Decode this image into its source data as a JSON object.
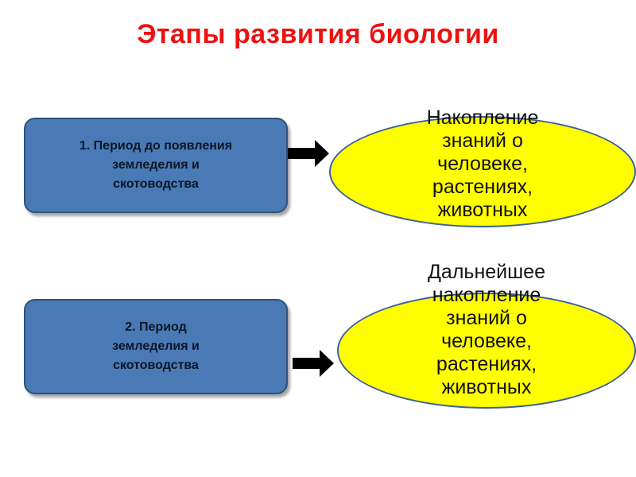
{
  "title": "Этапы развития биологии",
  "periods": [
    {
      "label": "1. Период до  появления\nземледелия и\nскотоводства"
    },
    {
      "label": "2. Период\nземледелия и\nскотоводства"
    }
  ],
  "results": [
    {
      "text": "Накопление\nзнаний о\nчеловеке,\nрастениях,\nживотных"
    },
    {
      "text": "Дальнейшее\nнакопление\nзнаний о\nчеловеке,\nрастениях,\nживотных"
    }
  ],
  "colors": {
    "title": "#ee1111",
    "period_fill": "#4a7ab5",
    "result_fill": "#ffff00",
    "arrow": "#000000"
  }
}
